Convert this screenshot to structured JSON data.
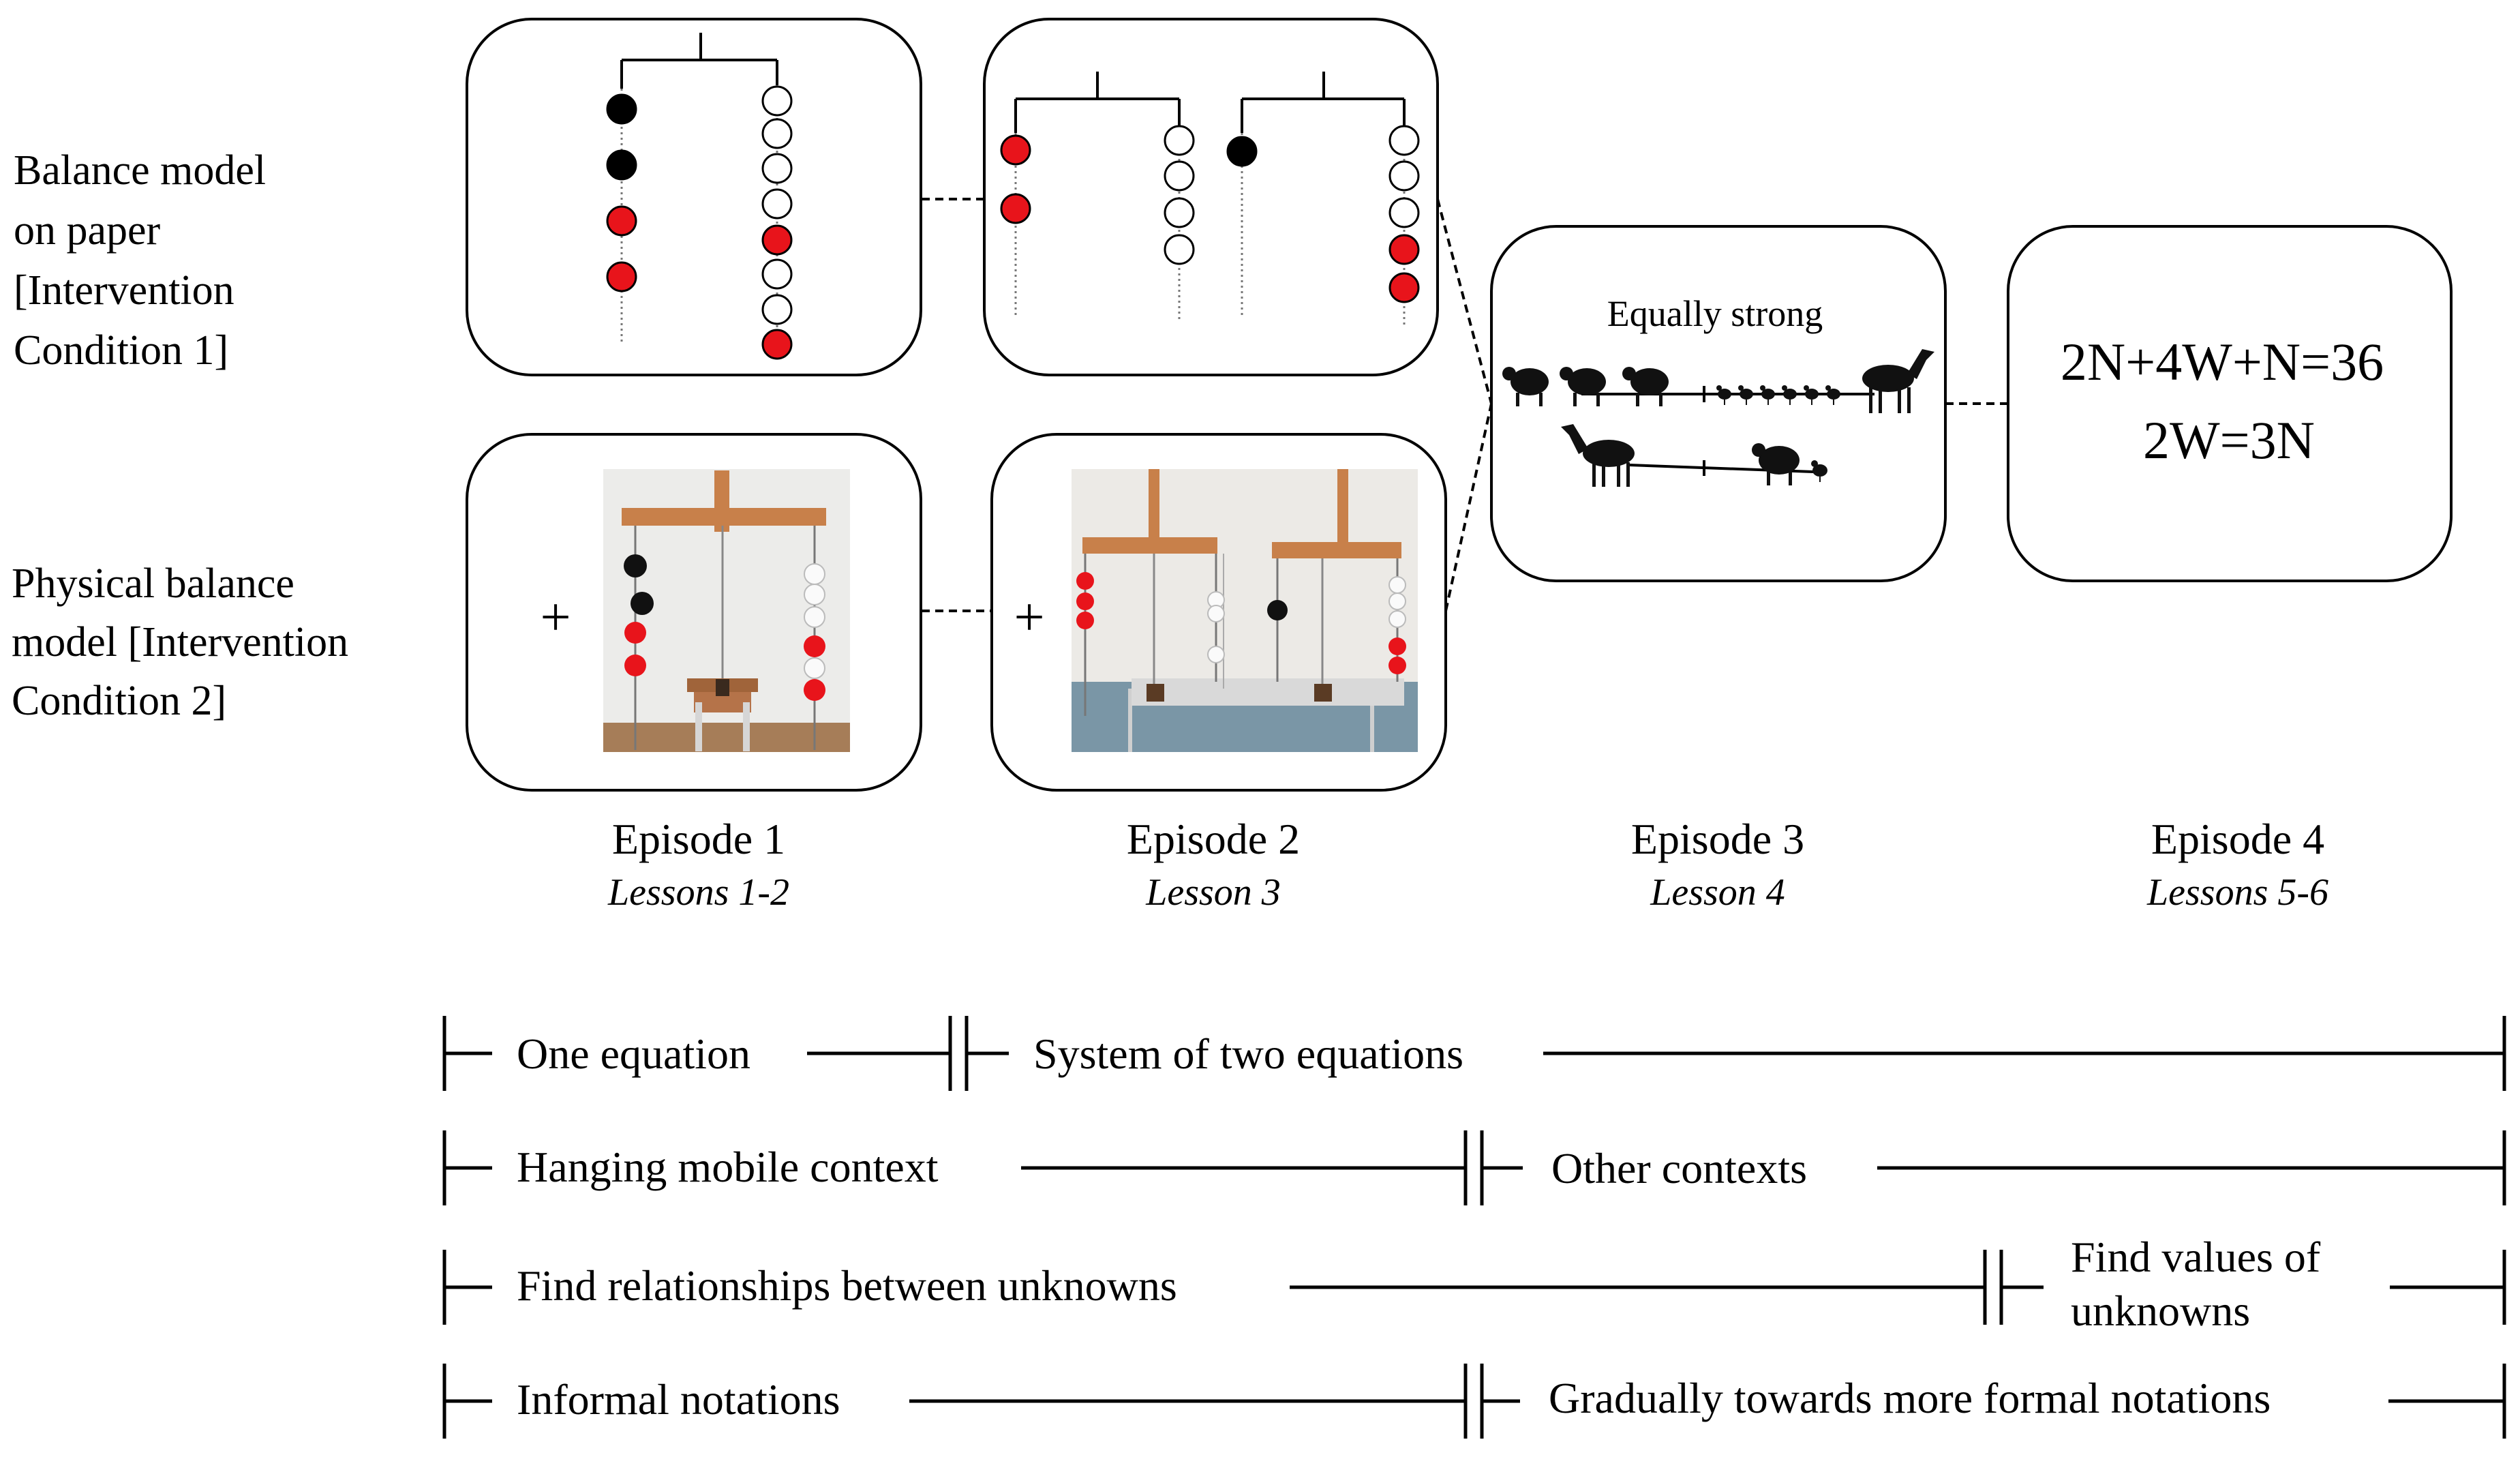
{
  "rows": {
    "paper_label": [
      "Balance model",
      "on paper",
      "[Intervention",
      "Condition 1]"
    ],
    "physical_label": [
      "Physical balance",
      "model [Intervention",
      "Condition 2]"
    ]
  },
  "panels": {
    "plus_sign": "+",
    "episode3_title": "Equally strong",
    "equation_1": "2N+4W+N=36",
    "equation_2": "2W=3N"
  },
  "episodes": [
    {
      "title": "Episode 1",
      "lessons": "Lessons 1-2"
    },
    {
      "title": "Episode 2",
      "lessons": "Lesson 3"
    },
    {
      "title": "Episode 3",
      "lessons": "Lesson 4"
    },
    {
      "title": "Episode 4",
      "lessons": "Lessons 5-6"
    }
  ],
  "timelines": [
    {
      "segments": [
        "One equation",
        "System of two equations"
      ]
    },
    {
      "segments": [
        "Hanging mobile context",
        "Other contexts"
      ]
    },
    {
      "segments": [
        "Find relationships between unknowns",
        "Find values of unknowns"
      ]
    },
    {
      "segments": [
        "Informal notations",
        "Gradually towards more formal notations"
      ]
    }
  ],
  "colors": {
    "red_bead": "#e8141b",
    "black_bead": "#000000",
    "white_bead": "#ffffff",
    "stick": "#c8804a"
  }
}
